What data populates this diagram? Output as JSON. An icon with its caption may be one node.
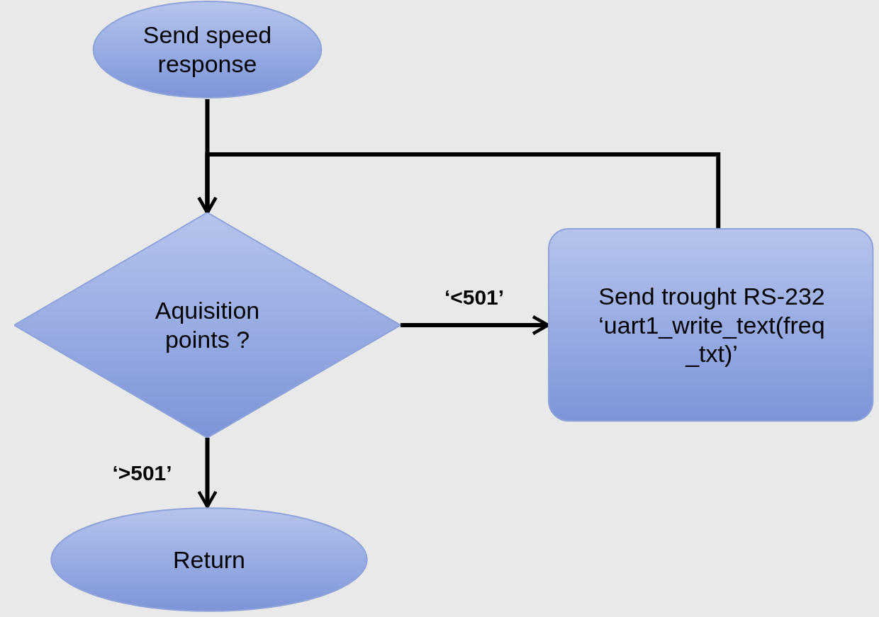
{
  "diagram": {
    "nodes": [
      {
        "text": [
          "Send speed response"
        ]
      },
      {
        "text": [
          "Aquisition points ?"
        ]
      },
      {
        "text": [
          "Send trought RS-232 ‘uart1_write_text(freq _txt)’"
        ]
      },
      {
        "text": [
          "Return"
        ]
      }
    ],
    "edges": [
      {
        "from": 0,
        "to": 1,
        "arrow": "to"
      },
      {
        "from": 2,
        "to": 1,
        "arrow": "to"
      },
      {
        "from": 1,
        "to": 2,
        "arrow": "to",
        "label": "‘<501’"
      },
      {
        "from": 1,
        "to": 3,
        "arrow": "to",
        "label": "‘>501’"
      }
    ]
  }
}
